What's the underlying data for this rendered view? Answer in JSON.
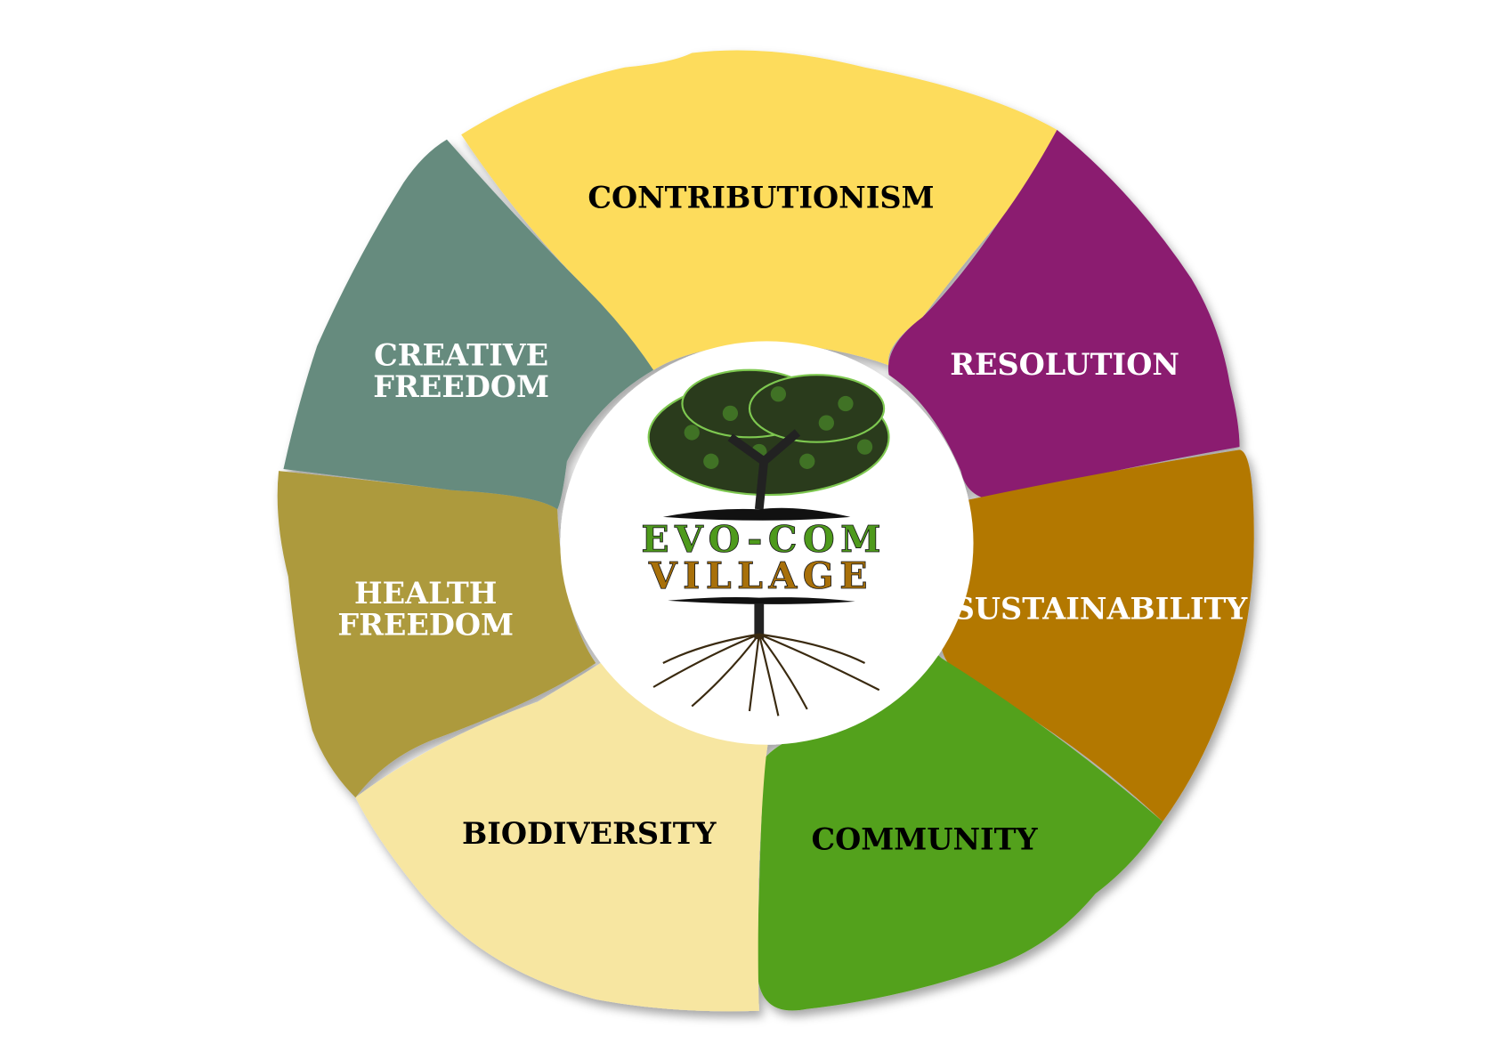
{
  "segments": [
    {
      "id": "contributionism",
      "lines": [
        "CONTRIBUTIONISM"
      ],
      "color": "#FDDC5C",
      "text_color": "#000000"
    },
    {
      "id": "resolution",
      "lines": [
        "RESOLUTION"
      ],
      "color": "#8B1C6F",
      "text_color": "#FFFFFF"
    },
    {
      "id": "sustainability",
      "lines": [
        "SUSTAINABILITY"
      ],
      "color": "#B37805",
      "text_color": "#FFFFFF"
    },
    {
      "id": "community",
      "lines": [
        "COMMUNITY"
      ],
      "color": "#52A11A",
      "text_color": "#000000"
    },
    {
      "id": "biodiversity",
      "lines": [
        "BIODIVERSITY"
      ],
      "color": "#F7E6A1",
      "text_color": "#000000"
    },
    {
      "id": "health-freedom",
      "lines": [
        "HEALTH",
        "FREEDOM"
      ],
      "color": "#AD9A3D",
      "text_color": "#FFFFFF"
    },
    {
      "id": "creative-freedom",
      "lines": [
        "CREATIVE",
        "FREEDOM"
      ],
      "color": "#668B7E",
      "text_color": "#FFFFFF"
    }
  ],
  "logo": {
    "line1": "EVO-COM",
    "line2": "VILLAGE",
    "line1_color": "#4E9A1C",
    "line2_color": "#A8700A"
  }
}
